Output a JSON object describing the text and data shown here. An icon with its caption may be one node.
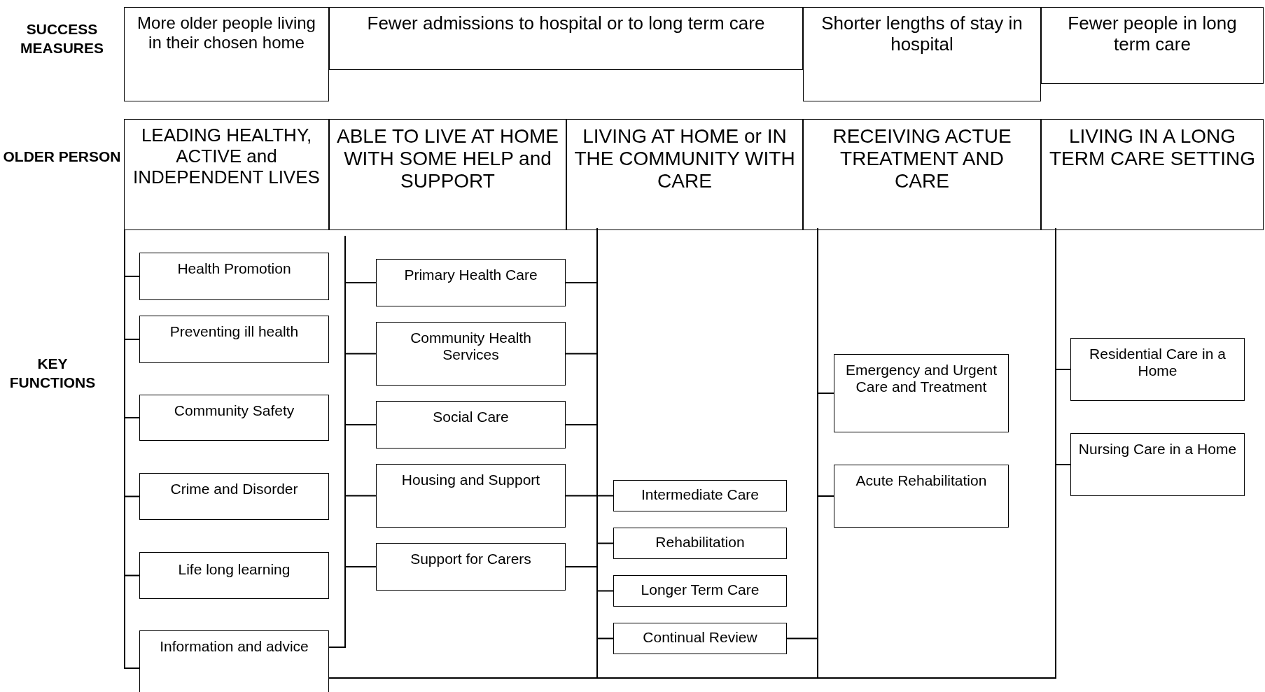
{
  "diagram": {
    "nodes": [
      {
        "text": [
          "More older people living in their chosen home"
        ]
      },
      {
        "text": [
          "Fewer admissions to hospital or to long term care"
        ]
      },
      {
        "text": [
          "Shorter lengths of stay in hospital"
        ]
      },
      {
        "text": [
          "Fewer people in long term care"
        ]
      },
      {
        "text": [
          "LEADING HEALTHY, ACTIVE and INDEPENDENT LIVES"
        ]
      },
      {
        "text": [
          "ABLE TO LIVE AT HOME WITH SOME HELP and SUPPORT"
        ]
      },
      {
        "text": [
          "LIVING AT HOME or IN THE COMMUNITY WITH CARE"
        ]
      },
      {
        "text": [
          "RECEIVING ACTUE TREATMENT AND CARE"
        ]
      },
      {
        "text": [
          "LIVING IN A LONG TERM CARE SETTING"
        ]
      },
      {
        "text": [],
        "shape": "bar"
      },
      {
        "text": [
          "Health Promotion"
        ]
      },
      {
        "text": [
          "Preventing ill health"
        ]
      },
      {
        "text": [
          "Community Safety"
        ]
      },
      {
        "text": [
          "Crime and Disorder"
        ]
      },
      {
        "text": [
          "Life long learning"
        ]
      },
      {
        "text": [
          "Information and advice"
        ]
      },
      {
        "text": [],
        "shape": "bar"
      },
      {
        "text": [
          "Primary Health Care"
        ]
      },
      {
        "text": [
          "Community Health Services"
        ]
      },
      {
        "text": [
          "Social Care"
        ]
      },
      {
        "text": [
          "Housing and Support"
        ]
      },
      {
        "text": [
          "Support for Carers"
        ]
      },
      {
        "text": [],
        "shape": "bar"
      },
      {
        "text": [
          "Intermediate Care"
        ]
      },
      {
        "text": [
          "Rehabilitation"
        ]
      },
      {
        "text": [
          "Longer Term Care"
        ]
      },
      {
        "text": [
          "Continual Review"
        ]
      },
      {
        "text": [],
        "shape": "bar"
      },
      {
        "text": [
          "Emergency and Urgent Care and Treatment"
        ]
      },
      {
        "text": [
          "Acute Rehabilitation"
        ]
      },
      {
        "text": [],
        "shape": "bar"
      },
      {
        "text": [
          "Residential Care in a Home"
        ]
      },
      {
        "text": [
          "Nursing Care in a Home"
        ]
      }
    ],
    "edges": [
      {
        "from": 10,
        "to": 9,
        "arrow": "none"
      },
      {
        "from": 11,
        "to": 9,
        "arrow": "none"
      },
      {
        "from": 12,
        "to": 9,
        "arrow": "none"
      },
      {
        "from": 13,
        "to": 9,
        "arrow": "none"
      },
      {
        "from": 14,
        "to": 9,
        "arrow": "none"
      },
      {
        "from": 15,
        "to": 9,
        "arrow": "none"
      },
      {
        "from": 15,
        "to": 16,
        "arrow": "none"
      },
      {
        "from": 17,
        "to": 16,
        "arrow": "none"
      },
      {
        "from": 18,
        "to": 16,
        "arrow": "none"
      },
      {
        "from": 19,
        "to": 16,
        "arrow": "none"
      },
      {
        "from": 20,
        "to": 16,
        "arrow": "none"
      },
      {
        "from": 21,
        "to": 16,
        "arrow": "none"
      },
      {
        "from": 17,
        "to": 22,
        "arrow": "none"
      },
      {
        "from": 18,
        "to": 22,
        "arrow": "none"
      },
      {
        "from": 19,
        "to": 22,
        "arrow": "none"
      },
      {
        "from": 20,
        "to": 22,
        "arrow": "none"
      },
      {
        "from": 21,
        "to": 22,
        "arrow": "none"
      },
      {
        "from": 23,
        "to": 22,
        "arrow": "none"
      },
      {
        "from": 24,
        "to": 22,
        "arrow": "none"
      },
      {
        "from": 25,
        "to": 22,
        "arrow": "none"
      },
      {
        "from": 26,
        "to": 22,
        "arrow": "none"
      },
      {
        "from": 26,
        "to": 27,
        "arrow": "none"
      },
      {
        "from": 28,
        "to": 27,
        "arrow": "none"
      },
      {
        "from": 29,
        "to": 27,
        "arrow": "none"
      },
      {
        "from": 31,
        "to": 30,
        "arrow": "none"
      },
      {
        "from": 32,
        "to": 30,
        "arrow": "none"
      },
      {
        "from": 15,
        "to": 22,
        "arrow": "none"
      },
      {
        "from": 15,
        "to": 27,
        "arrow": "none"
      },
      {
        "from": 15,
        "to": 30,
        "arrow": "none"
      }
    ],
    "labels": [
      "SUCCESS MEASURES",
      "OLDER PERSON",
      "KEY FUNCTIONS"
    ]
  }
}
